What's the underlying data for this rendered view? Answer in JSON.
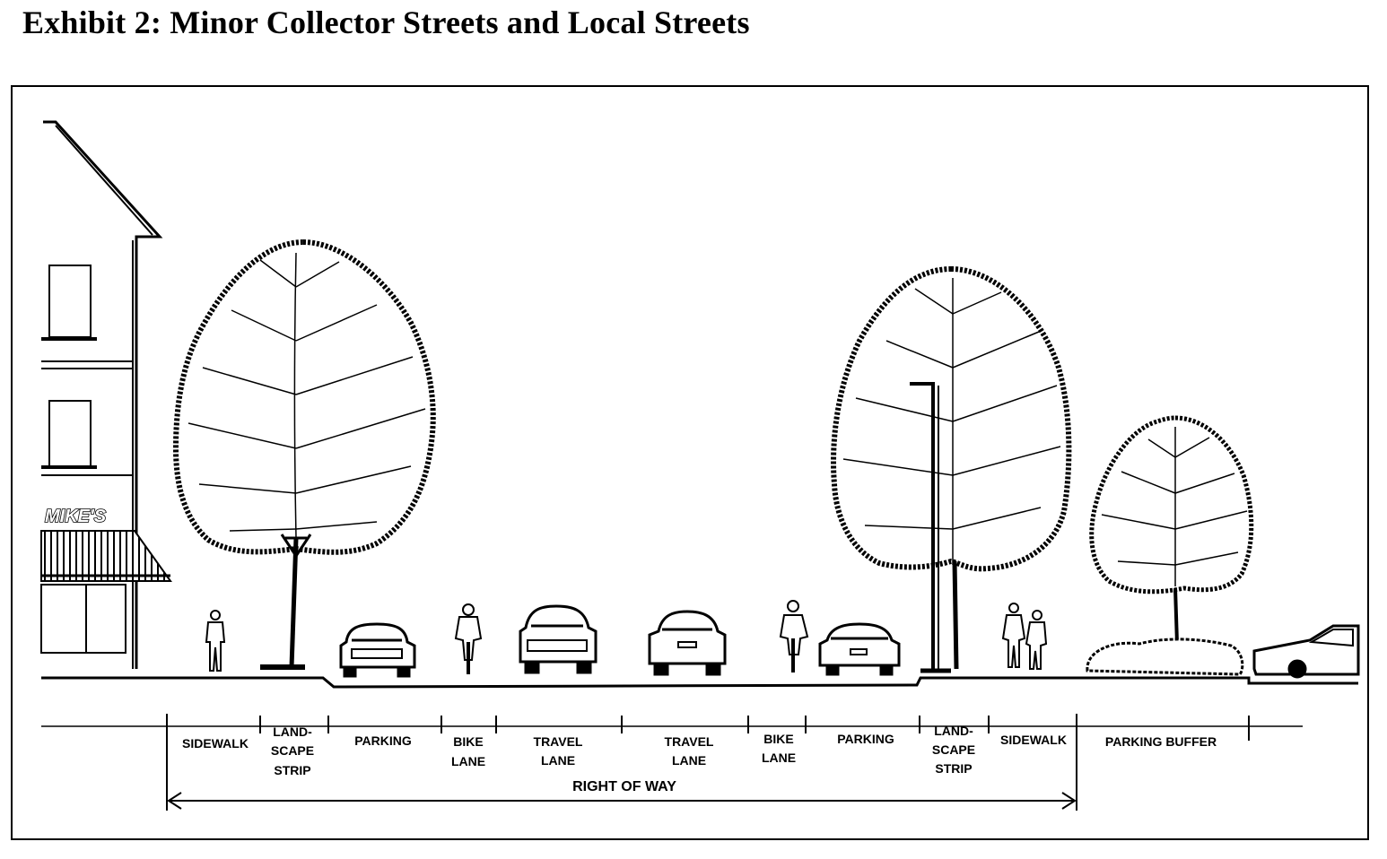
{
  "title": "Exhibit 2: Minor Collector Streets and Local Streets",
  "building": {
    "sign": "MIKE'S"
  },
  "segments": [
    {
      "lines": [
        "SIDEWALK"
      ]
    },
    {
      "lines": [
        "LAND-",
        "SCAPE",
        "STRIP"
      ]
    },
    {
      "lines": [
        "PARKING"
      ]
    },
    {
      "lines": [
        "BIKE",
        "LANE"
      ]
    },
    {
      "lines": [
        "TRAVEL",
        "LANE"
      ]
    },
    {
      "lines": [
        "TRAVEL",
        "LANE"
      ]
    },
    {
      "lines": [
        "BIKE",
        "LANE"
      ]
    },
    {
      "lines": [
        "PARKING"
      ]
    },
    {
      "lines": [
        "LAND-",
        "SCAPE",
        "STRIP"
      ]
    },
    {
      "lines": [
        "SIDEWALK"
      ]
    },
    {
      "lines": [
        "PARKING BUFFER"
      ]
    }
  ],
  "right_of_way": "RIGHT OF WAY"
}
